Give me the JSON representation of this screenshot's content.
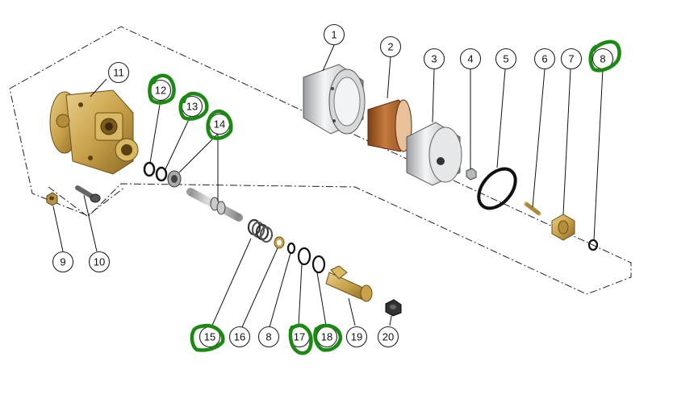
{
  "diagram": {
    "callouts": [
      {
        "id": "c1",
        "label": "1"
      },
      {
        "id": "c2",
        "label": "2"
      },
      {
        "id": "c3",
        "label": "3"
      },
      {
        "id": "c4",
        "label": "4"
      },
      {
        "id": "c5",
        "label": "5"
      },
      {
        "id": "c6",
        "label": "6"
      },
      {
        "id": "c7",
        "label": "7"
      },
      {
        "id": "c8a",
        "label": "8"
      },
      {
        "id": "c9",
        "label": "9"
      },
      {
        "id": "c10",
        "label": "10"
      },
      {
        "id": "c11",
        "label": "11"
      },
      {
        "id": "c12",
        "label": "12"
      },
      {
        "id": "c13",
        "label": "13"
      },
      {
        "id": "c14",
        "label": "14"
      },
      {
        "id": "c15",
        "label": "15"
      },
      {
        "id": "c16",
        "label": "16"
      },
      {
        "id": "c8b",
        "label": "8"
      },
      {
        "id": "c17",
        "label": "17"
      },
      {
        "id": "c18",
        "label": "18"
      },
      {
        "id": "c19",
        "label": "19"
      },
      {
        "id": "c20",
        "label": "20"
      }
    ],
    "highlighted_labels": [
      "8",
      "12",
      "13",
      "14",
      "15",
      "17",
      "18"
    ],
    "highlight_color": "#1a8a12",
    "brass_color": "#c9a24a",
    "copper_color": "#b5652a",
    "steel_color": "#d4d6d8"
  }
}
